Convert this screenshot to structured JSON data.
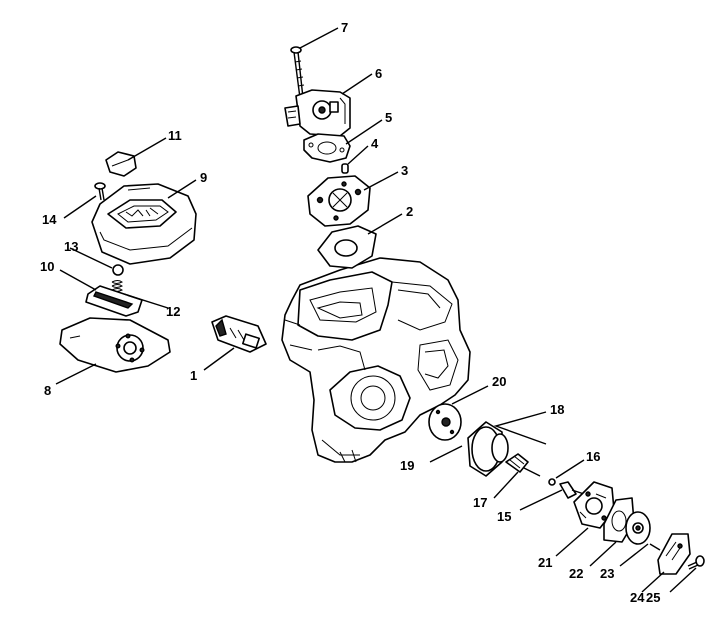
{
  "diagram": {
    "parts": [
      {
        "id": "1",
        "label": "1"
      },
      {
        "id": "2",
        "label": "2"
      },
      {
        "id": "3",
        "label": "3"
      },
      {
        "id": "4",
        "label": "4"
      },
      {
        "id": "5",
        "label": "5"
      },
      {
        "id": "6",
        "label": "6"
      },
      {
        "id": "7",
        "label": "7"
      },
      {
        "id": "8",
        "label": "8"
      },
      {
        "id": "9",
        "label": "9"
      },
      {
        "id": "10",
        "label": "10"
      },
      {
        "id": "11",
        "label": "11"
      },
      {
        "id": "12",
        "label": "12"
      },
      {
        "id": "13",
        "label": "13"
      },
      {
        "id": "14",
        "label": "14"
      },
      {
        "id": "15",
        "label": "15"
      },
      {
        "id": "16",
        "label": "16"
      },
      {
        "id": "17",
        "label": "17"
      },
      {
        "id": "18",
        "label": "18"
      },
      {
        "id": "19",
        "label": "19"
      },
      {
        "id": "20",
        "label": "20"
      },
      {
        "id": "21",
        "label": "21"
      },
      {
        "id": "22",
        "label": "22"
      },
      {
        "id": "23",
        "label": "23"
      },
      {
        "id": "24",
        "label": "24"
      },
      {
        "id": "25",
        "label": "25"
      }
    ]
  }
}
